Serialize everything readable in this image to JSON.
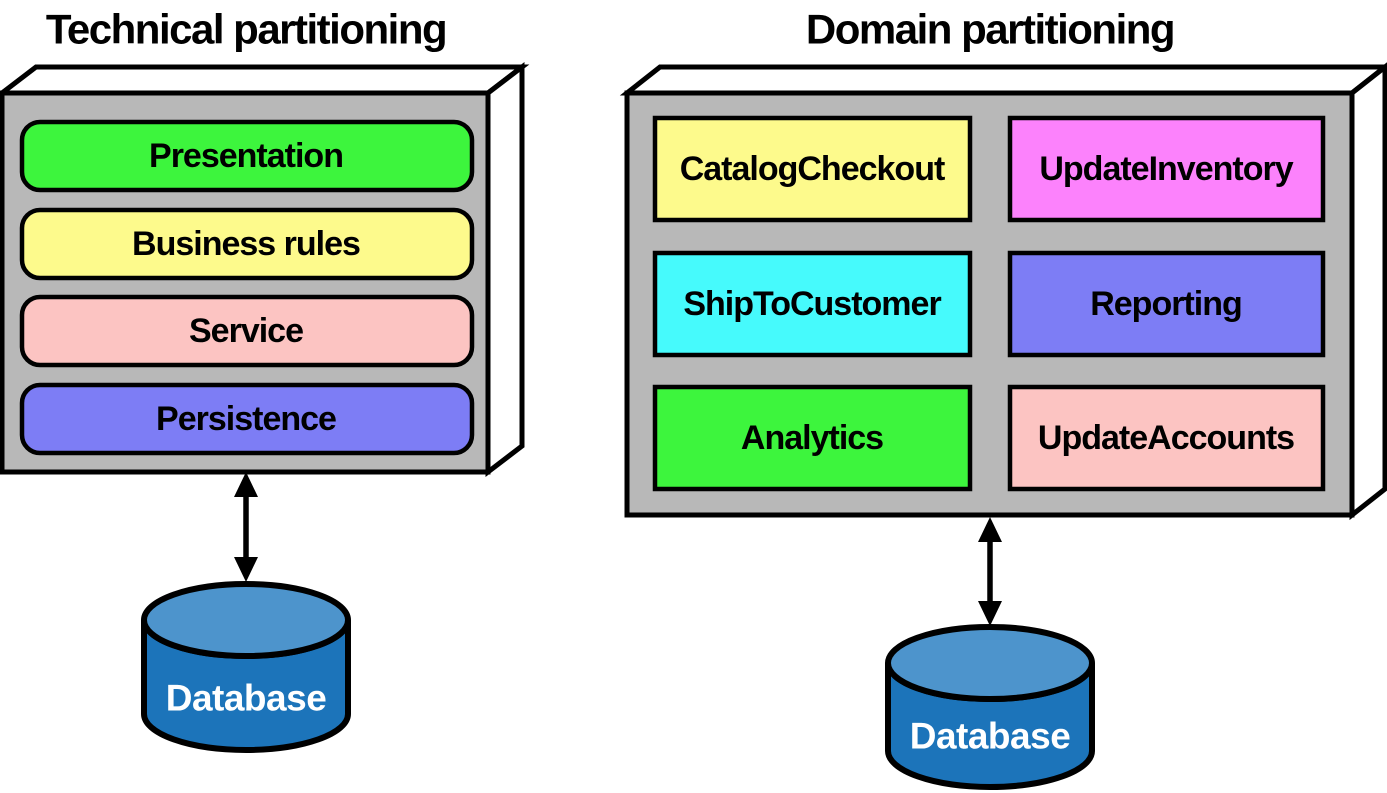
{
  "left": {
    "title": "Technical partitioning",
    "layers": [
      {
        "label": "Presentation",
        "color": "#3df53d"
      },
      {
        "label": "Business rules",
        "color": "#fdfa8c"
      },
      {
        "label": "Service",
        "color": "#fcc4c2"
      },
      {
        "label": "Persistence",
        "color": "#7d7df5"
      }
    ],
    "database": {
      "label": "Database"
    }
  },
  "right": {
    "title": "Domain partitioning",
    "modules": [
      {
        "label": "CatalogCheckout",
        "color": "#fdfa8c"
      },
      {
        "label": "UpdateInventory",
        "color": "#fc82fc"
      },
      {
        "label": "ShipToCustomer",
        "color": "#46fafc"
      },
      {
        "label": "Reporting",
        "color": "#7d7df5"
      },
      {
        "label": "Analytics",
        "color": "#3df53d"
      },
      {
        "label": "UpdateAccounts",
        "color": "#fcc4c2"
      }
    ],
    "database": {
      "label": "Database"
    }
  },
  "colors": {
    "container_front": "#b8b8b8",
    "container_side": "#ffffff",
    "outline": "#000000",
    "db_body": "#1c74ba",
    "db_top": "#4d94cc",
    "db_text": "#ffffff"
  }
}
